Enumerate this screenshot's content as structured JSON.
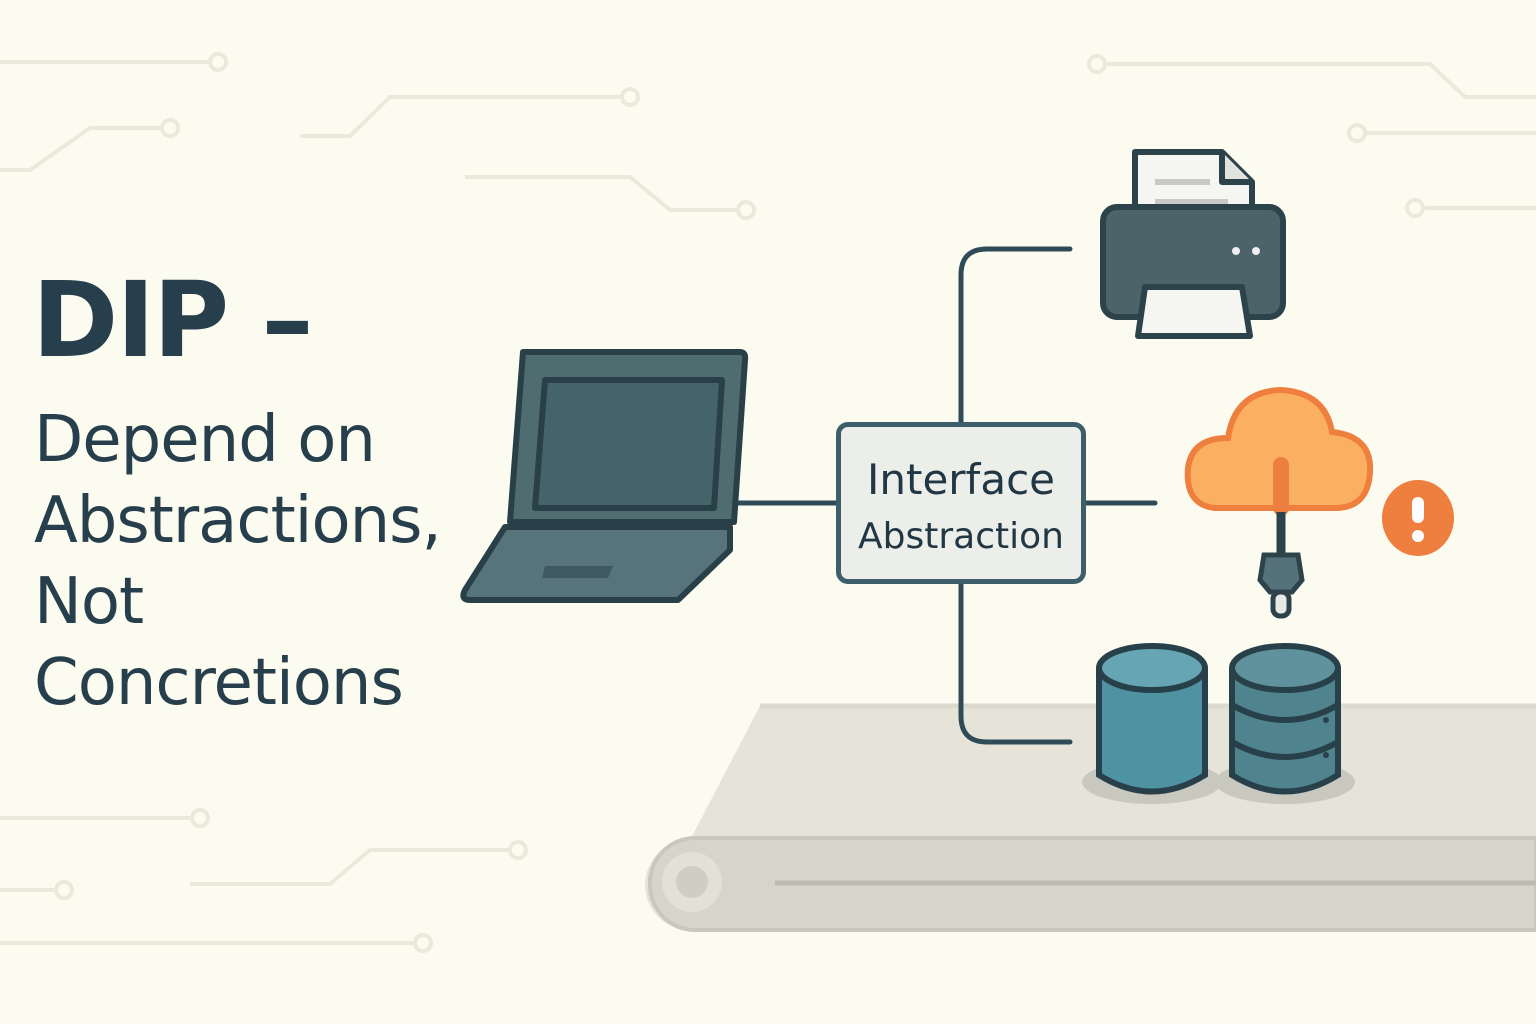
{
  "title": "DIP –",
  "subtitle_lines": [
    "Depend on",
    "Abstractions,",
    "Not",
    "Concretions"
  ],
  "interface_box": {
    "line1": "Interface",
    "line2": "Abstraction"
  },
  "icons": [
    "laptop-icon",
    "printer-icon",
    "cloud-icon",
    "plug-icon",
    "warning-icon",
    "database-icon",
    "server-icon",
    "conveyor-belt"
  ],
  "colors": {
    "background": "#fcfbf0",
    "text": "#273f4c",
    "accent_orange": "#ee7f3e",
    "cloud_fill": "#fbb061",
    "database": "#5a9aa8"
  }
}
